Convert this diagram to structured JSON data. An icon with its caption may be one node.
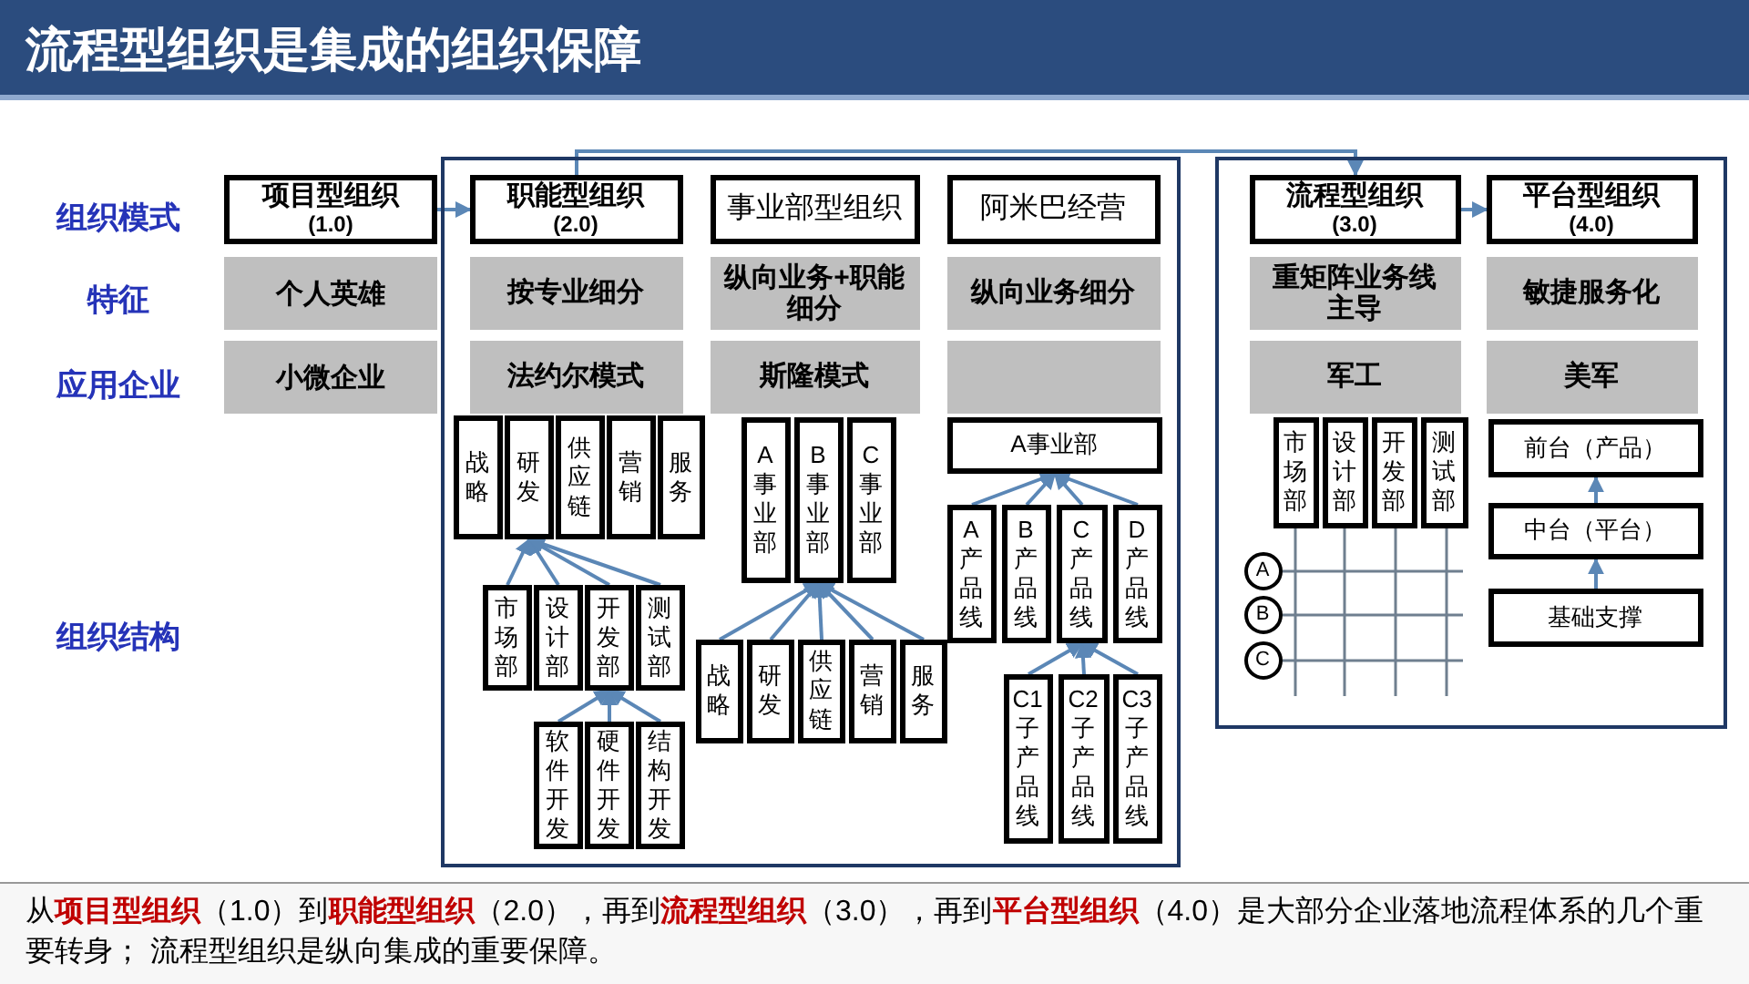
{
  "diagram": {
    "title": "流程型组织是集成的组织保障",
    "caption": "从**项目型组织**（1.0）到**职能型组织**（2.0），再到**流程型组织**（3.0），再到**平台型组织**（4.0）是大部分企业落地流程体系的几个重要转身； 流程型组织是纵向集成的重要保障。",
    "nodes": [
      {
        "text": [],
        "shape": "box"
      },
      {
        "text": [
          "项目型组织",
          "(1.0)"
        ]
      },
      {
        "text": [
          "职能型组织",
          "(2.0)"
        ],
        "in": 0
      },
      {
        "text": [
          "事业部型组织"
        ],
        "in": 0
      },
      {
        "text": [
          "阿米巴经营"
        ],
        "in": 0
      },
      {
        "text": [],
        "shape": "box"
      },
      {
        "text": [
          "流程型组织",
          "(3.0)"
        ],
        "in": 5
      },
      {
        "text": [
          "平台型组织",
          "(4.0)"
        ],
        "in": 5
      },
      {
        "text": [
          "个人英雄"
        ]
      },
      {
        "text": [
          "按专业细分"
        ],
        "in": 0
      },
      {
        "text": [
          "纵向业务+职能细分"
        ],
        "in": 0
      },
      {
        "text": [
          "纵向业务细分"
        ],
        "in": 0
      },
      {
        "text": [
          "重矩阵业务线主导"
        ],
        "in": 5
      },
      {
        "text": [
          "敏捷服务化"
        ],
        "in": 5
      },
      {
        "text": [
          "小微企业"
        ]
      },
      {
        "text": [
          "法约尔模式"
        ],
        "in": 0
      },
      {
        "text": [
          "斯隆模式"
        ],
        "in": 0
      },
      {
        "text": [],
        "shape": "box",
        "in": 0
      },
      {
        "text": [
          "军工"
        ],
        "in": 5
      },
      {
        "text": [
          "美军"
        ],
        "in": 5
      },
      {
        "text": [
          "战略"
        ],
        "in": 0
      },
      {
        "text": [
          "研发"
        ],
        "in": 0
      },
      {
        "text": [
          "供应链"
        ],
        "in": 0
      },
      {
        "text": [
          "营销"
        ],
        "in": 0
      },
      {
        "text": [
          "服务"
        ],
        "in": 0
      },
      {
        "text": [
          "市场部"
        ],
        "in": 0
      },
      {
        "text": [
          "设计部"
        ],
        "in": 0
      },
      {
        "text": [
          "开发部"
        ],
        "in": 0
      },
      {
        "text": [
          "测试部"
        ],
        "in": 0
      },
      {
        "text": [
          "软件开发"
        ],
        "in": 0
      },
      {
        "text": [
          "硬件开发"
        ],
        "in": 0
      },
      {
        "text": [
          "结构开发"
        ],
        "in": 0
      },
      {
        "text": [
          "A事业部"
        ],
        "in": 0
      },
      {
        "text": [
          "B事业部"
        ],
        "in": 0
      },
      {
        "text": [
          "C事业部"
        ],
        "in": 0
      },
      {
        "text": [
          "战略"
        ],
        "in": 0
      },
      {
        "text": [
          "研发"
        ],
        "in": 0
      },
      {
        "text": [
          "供应链"
        ],
        "in": 0
      },
      {
        "text": [
          "营销"
        ],
        "in": 0
      },
      {
        "text": [
          "服务"
        ],
        "in": 0
      },
      {
        "text": [
          "A事业部"
        ],
        "in": 0
      },
      {
        "text": [
          "A产品线"
        ],
        "in": 0
      },
      {
        "text": [
          "B产品线"
        ],
        "in": 0
      },
      {
        "text": [
          "C产品线"
        ],
        "in": 0
      },
      {
        "text": [
          "D产品线"
        ],
        "in": 0
      },
      {
        "text": [
          "C1子产品线"
        ],
        "in": 0
      },
      {
        "text": [
          "C2子产品线"
        ],
        "in": 0
      },
      {
        "text": [
          "C3子产品线"
        ],
        "in": 0
      },
      {
        "text": [
          "市场部"
        ],
        "in": 5
      },
      {
        "text": [
          "设计部"
        ],
        "in": 5
      },
      {
        "text": [
          "开发部"
        ],
        "in": 5
      },
      {
        "text": [
          "测试部"
        ],
        "in": 5
      },
      {
        "text": [
          "A"
        ],
        "in": 5
      },
      {
        "text": [
          "B"
        ],
        "in": 5
      },
      {
        "text": [
          "C"
        ],
        "in": 5
      },
      {
        "text": [
          "前台（产品）"
        ],
        "in": 5
      },
      {
        "text": [
          "中台（平台）"
        ],
        "in": 5
      },
      {
        "text": [
          "基础支撑"
        ],
        "in": 5
      }
    ],
    "edges": [
      {
        "from": 1,
        "to": 2,
        "arrow": "to"
      },
      {
        "from": 2,
        "to": 6,
        "arrow": "to"
      },
      {
        "from": 6,
        "to": 7,
        "arrow": "to"
      },
      {
        "from": 25,
        "to": 21,
        "arrow": "to"
      },
      {
        "from": 26,
        "to": 21,
        "arrow": "to"
      },
      {
        "from": 27,
        "to": 21,
        "arrow": "to"
      },
      {
        "from": 28,
        "to": 21,
        "arrow": "to"
      },
      {
        "from": 29,
        "to": 27,
        "arrow": "to"
      },
      {
        "from": 30,
        "to": 27,
        "arrow": "to"
      },
      {
        "from": 31,
        "to": 27,
        "arrow": "to"
      },
      {
        "from": 35,
        "to": 33,
        "arrow": "to"
      },
      {
        "from": 36,
        "to": 33,
        "arrow": "to"
      },
      {
        "from": 37,
        "to": 33,
        "arrow": "to"
      },
      {
        "from": 38,
        "to": 33,
        "arrow": "to"
      },
      {
        "from": 39,
        "to": 33,
        "arrow": "to"
      },
      {
        "from": 41,
        "to": 40,
        "arrow": "to"
      },
      {
        "from": 42,
        "to": 40,
        "arrow": "to"
      },
      {
        "from": 43,
        "to": 40,
        "arrow": "to"
      },
      {
        "from": 44,
        "to": 40,
        "arrow": "to"
      },
      {
        "from": 45,
        "to": 43,
        "arrow": "to"
      },
      {
        "from": 46,
        "to": 43,
        "arrow": "to"
      },
      {
        "from": 47,
        "to": 43,
        "arrow": "to"
      },
      {
        "from": 57,
        "to": 56,
        "arrow": "to"
      },
      {
        "from": 56,
        "to": 55,
        "arrow": "to"
      }
    ],
    "labels": [
      "组织模式",
      "特征",
      "应用企业",
      "组织结构"
    ]
  }
}
